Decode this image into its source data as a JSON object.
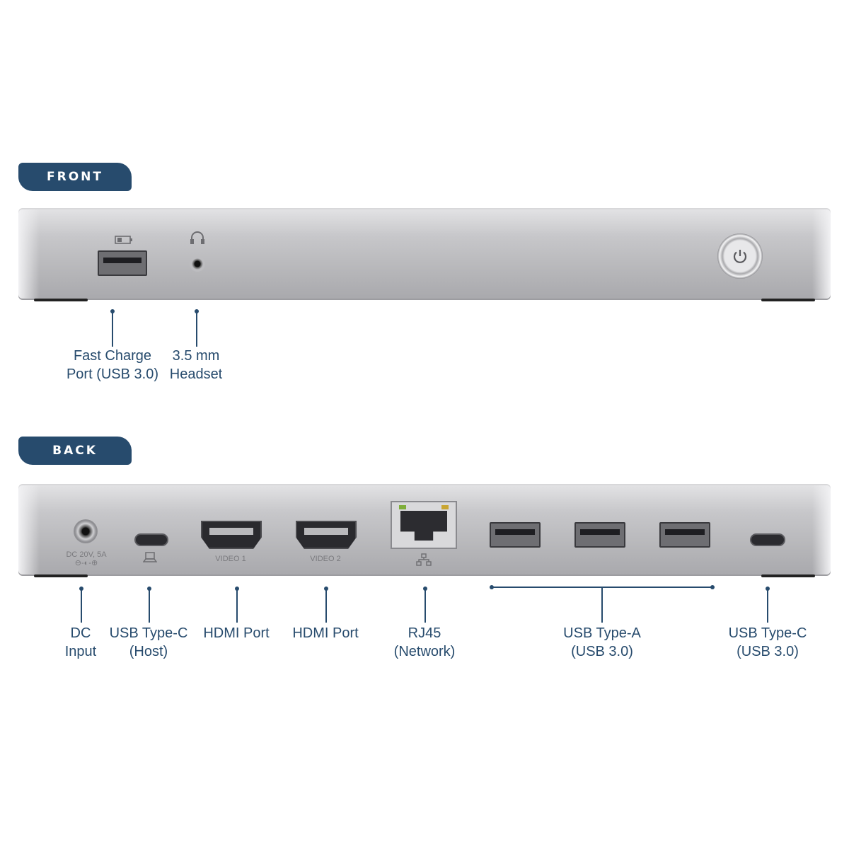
{
  "front": {
    "tab_label": "FRONT",
    "labels": {
      "fast_charge": [
        "Fast Charge",
        "Port (USB 3.0)"
      ],
      "headset": [
        "3.5 mm",
        "Headset"
      ]
    }
  },
  "back": {
    "tab_label": "BACK",
    "embossed": {
      "dc_rating": "DC 20V, 5A",
      "video1": "VIDEO 1",
      "video2": "VIDEO 2"
    },
    "labels": {
      "dc": [
        "DC",
        "Input"
      ],
      "usbc_host": [
        "USB Type-C",
        "(Host)"
      ],
      "hdmi1": [
        "HDMI Port"
      ],
      "hdmi2": [
        "HDMI Port"
      ],
      "rj45": [
        "RJ45",
        "(Network)"
      ],
      "usba": [
        "USB Type-A",
        "(USB 3.0)"
      ],
      "usbc": [
        "USB Type-C",
        "(USB 3.0)"
      ]
    }
  },
  "colors": {
    "accent": "#274b6d",
    "device": "#c3c3c6"
  },
  "icons": [
    "battery-charge-icon",
    "headphones-icon",
    "power-icon",
    "laptop-icon",
    "network-icon"
  ]
}
